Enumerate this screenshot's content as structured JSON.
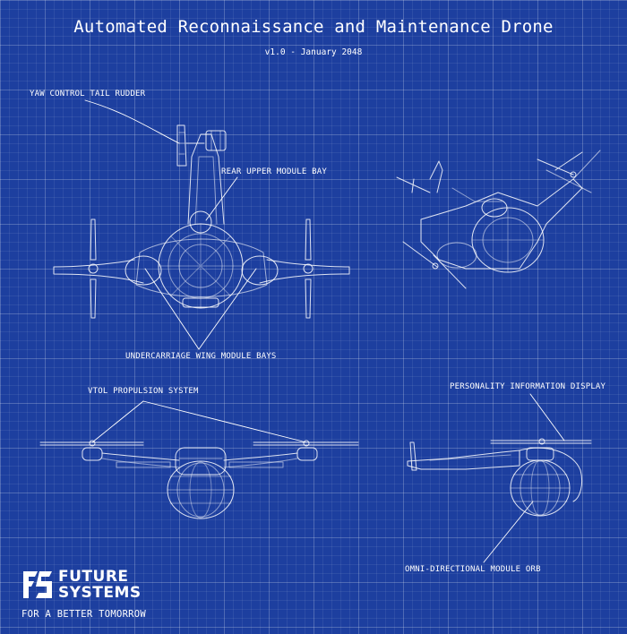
{
  "header": {
    "title": "Automated Reconnaissance and Maintenance Drone",
    "subtitle": "v1.0 - January 2048"
  },
  "callouts": {
    "yaw": "YAW CONTROL TAIL RUDDER",
    "rear_bay": "REAR UPPER MODULE BAY",
    "undercarriage": "UNDERCARRIAGE WING MODULE BAYS",
    "vtol": "VTOL PROPULSION SYSTEM",
    "personality": "PERSONALITY INFORMATION DISPLAY",
    "orb": "OMNI-DIRECTIONAL MODULE ORB"
  },
  "brand": {
    "line1": "FUTURE",
    "line2": "SYSTEMS",
    "tagline": "FOR A BETTER TOMORROW",
    "logo_icon": "fs-monogram-icon"
  },
  "colors": {
    "background": "#1d3f9f",
    "line": "#ffffff"
  }
}
